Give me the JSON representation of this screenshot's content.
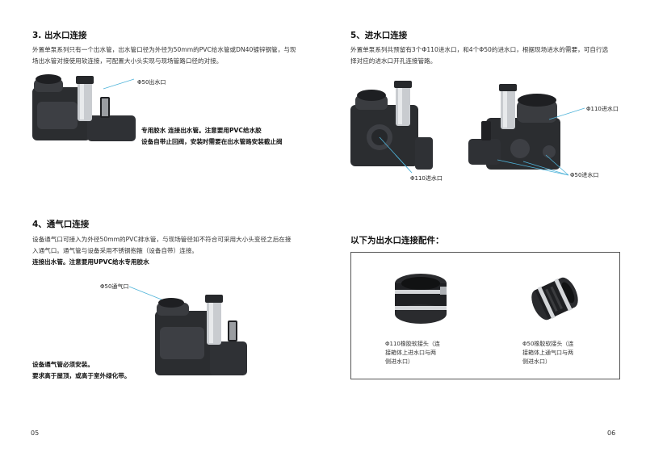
{
  "left_page": {
    "section3": {
      "title": "3. 出水口连接",
      "body": [
        "外置单泵系列只有一个出水管，出水管口径为外径为50mm的PVC给水管或DN40镀锌钢管，与现",
        "场出水管对接使用软连接，可配置大小头实现与现场管路口径的对接。"
      ],
      "callout_label": "Φ50出水口",
      "notes": [
        "专用胶水 连接出水管。注意要用PVC给水胶",
        "设备自带止回阀，安装时需要在出水管路安装截止阀"
      ]
    },
    "section4": {
      "title": "4、通气口连接",
      "body": [
        "设备通气口可接入为外径50mm的PVC排水管，与现场管径如不符合可采用大小头变径之后在接",
        "入通气口。通气管与设备采用不锈钢抱箍（设备自带）连接。"
      ],
      "bold_line": "连接出水管。注意要用UPVC给水专用胶水",
      "callout_label": "Φ50通气口",
      "notes": [
        "设备通气管必须安装。",
        "要求高于屋顶，或高于室外绿化带。"
      ]
    },
    "page_number": "05"
  },
  "right_page": {
    "section5": {
      "title": "5、进水口连接",
      "body": [
        "外置单泵系列共预留有3个Φ110进水口，和4个Φ50的进水口，根据现场进水的需要，可自行选",
        "择对应的进水口开孔连接管路。"
      ],
      "labels": {
        "inlet110_left": "Φ110进水口",
        "inlet110_right": "Φ110进水口",
        "inlet50_right": "Φ50进水口"
      }
    },
    "accessories": {
      "title": "以下为出水口连接配件：",
      "items": [
        {
          "caption": [
            "Φ110橡胶软接头（连",
            "接箱体上进水口与两",
            "侧进水口）"
          ]
        },
        {
          "caption": [
            "Φ50橡胶软接头（连",
            "接箱体上通气口与两",
            "侧进水口）"
          ]
        }
      ]
    },
    "page_number": "06"
  },
  "colors": {
    "callout_line": "#4fb3d9",
    "device_dark": "#2b2d30",
    "steel": "#c9ccd0",
    "box_border": "#555555"
  }
}
